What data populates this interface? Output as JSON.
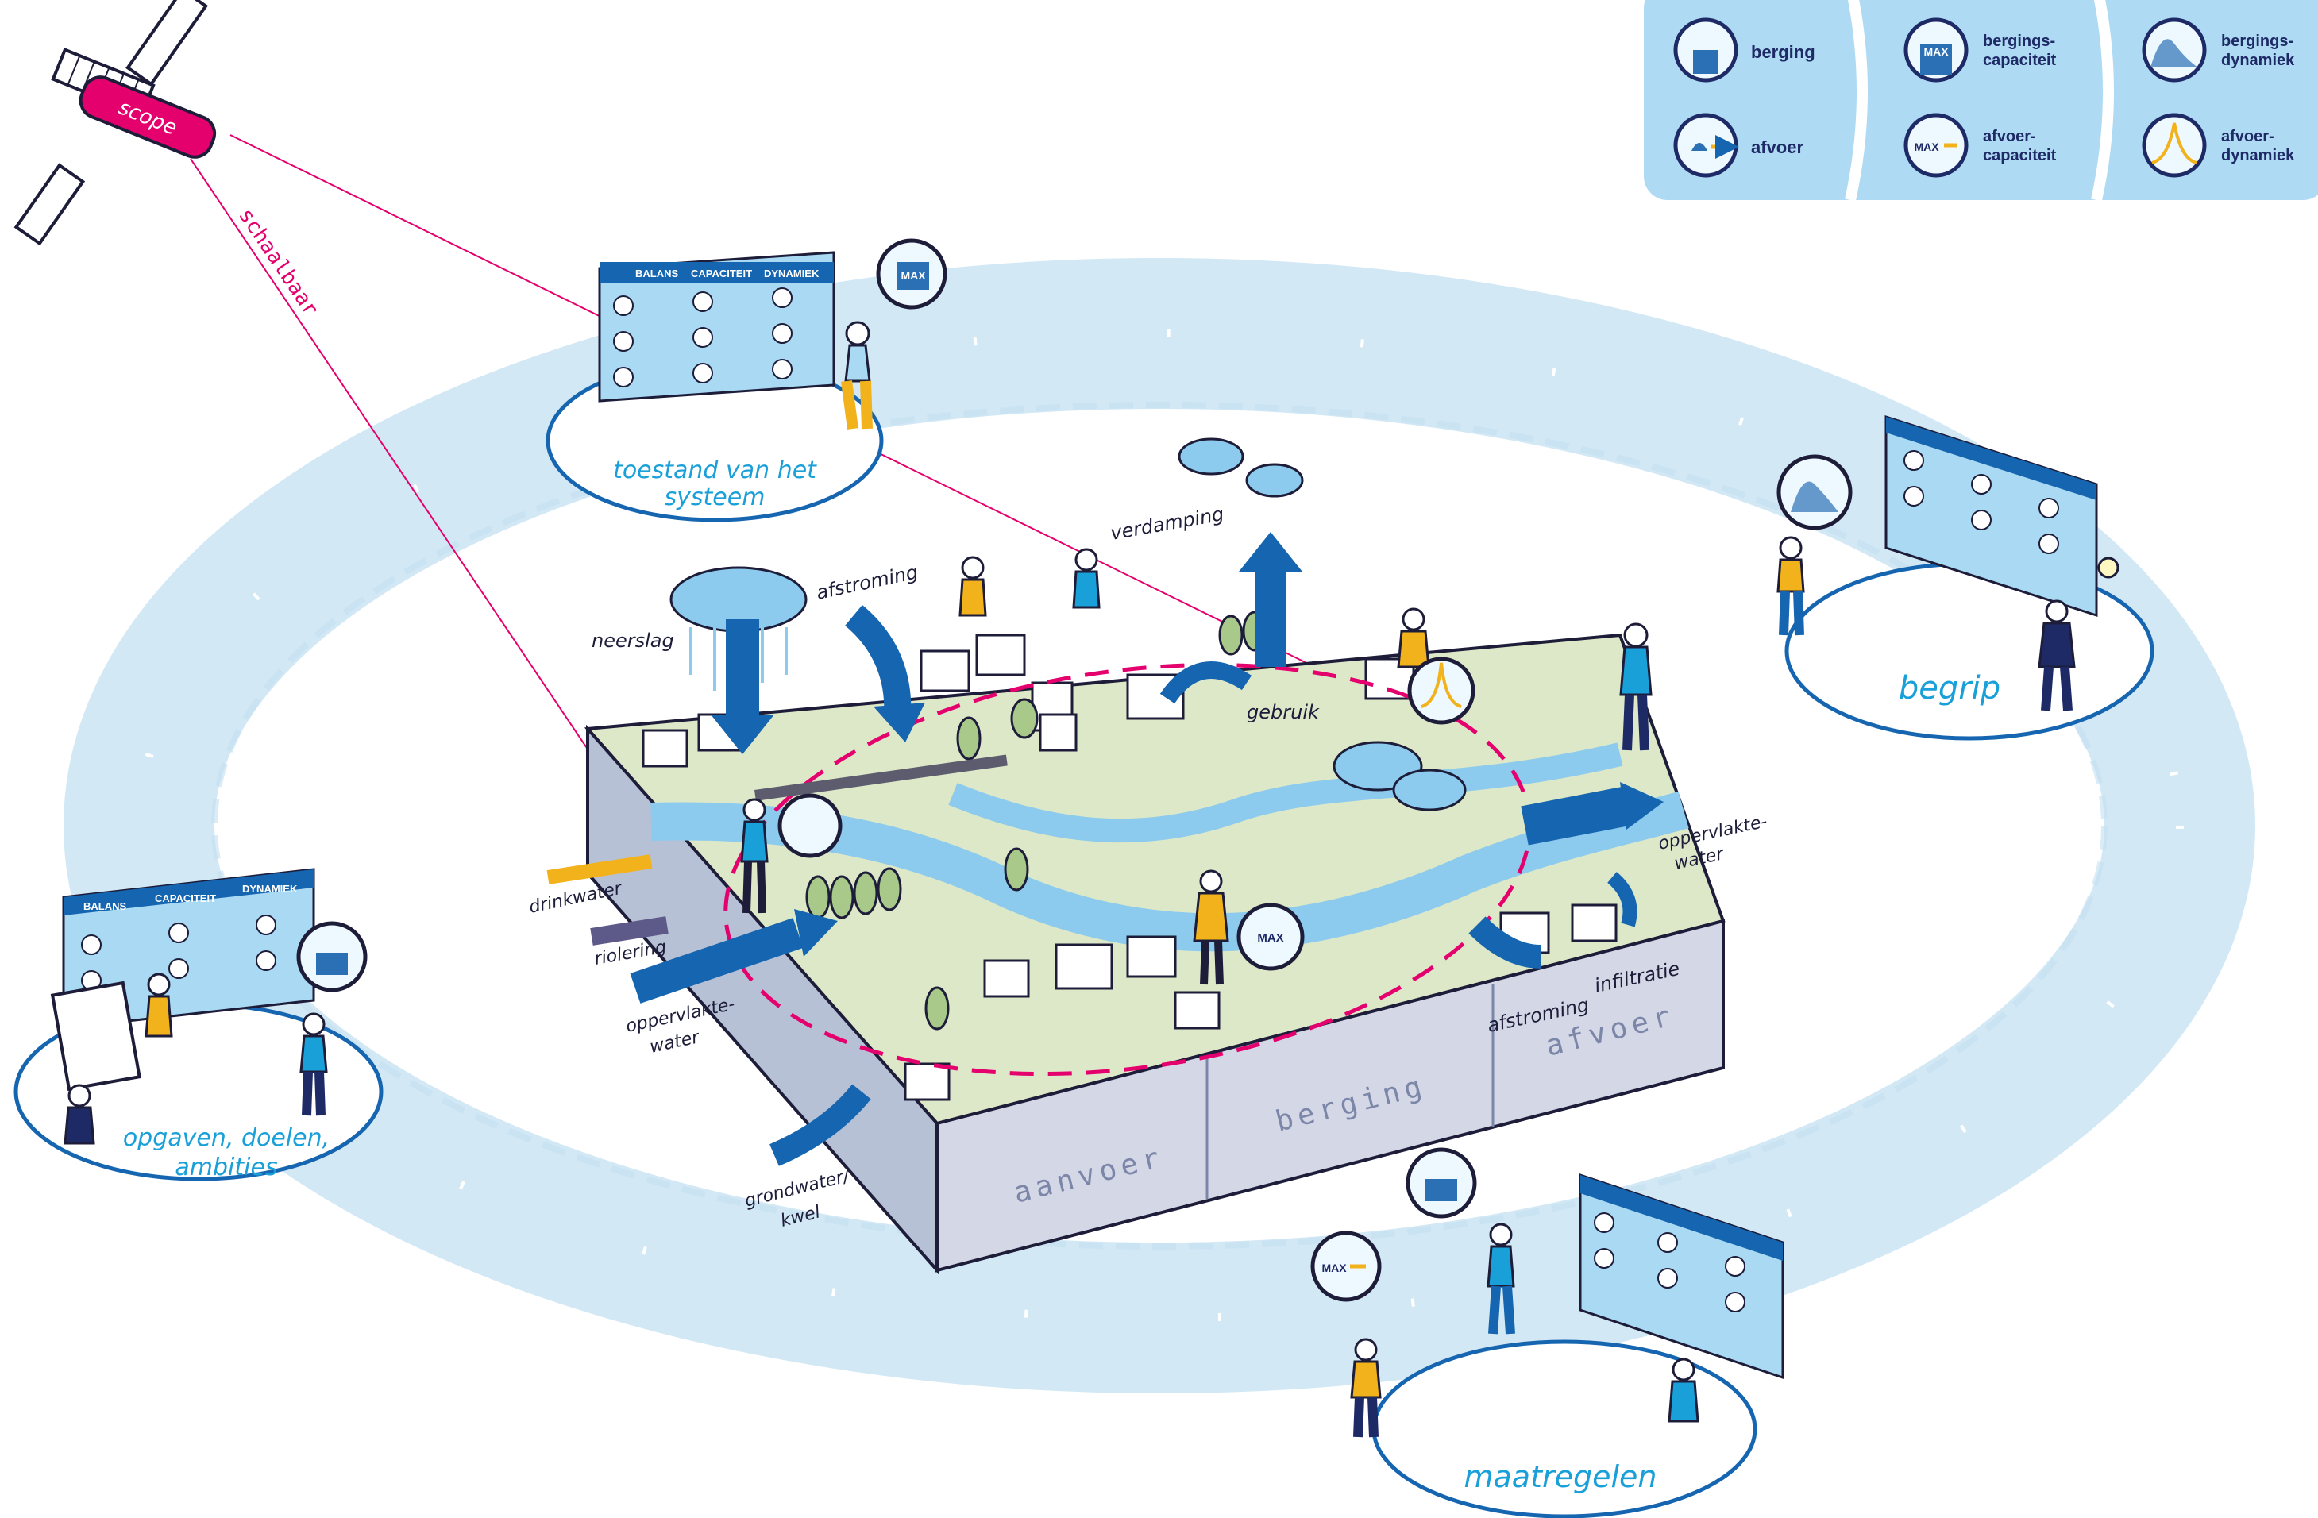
{
  "legend": {
    "items": [
      {
        "id": "berging",
        "label": "berging"
      },
      {
        "id": "afvoer",
        "label": "afvoer"
      },
      {
        "id": "bergings_capaciteit",
        "label_line1": "bergings-",
        "label_line2": "capaciteit"
      },
      {
        "id": "afvoer_capaciteit",
        "label_line1": "afvoer-",
        "label_line2": "capaciteit"
      },
      {
        "id": "bergings_dynamiek",
        "label_line1": "bergings-",
        "label_line2": "dynamiek"
      },
      {
        "id": "afvoer_dynamiek",
        "label_line1": "afvoer-",
        "label_line2": "dynamiek"
      }
    ],
    "max_badge": "MAX"
  },
  "satellite": {
    "label": "scope"
  },
  "scale_label": "schaalbaar",
  "cycle_stages": {
    "state": {
      "line1": "toestand van het",
      "line2": "systeem"
    },
    "understanding": "begrip",
    "goals": {
      "line1": "opgaven, doelen,",
      "line2": "ambities"
    },
    "measures": "maatregelen"
  },
  "card_headers": {
    "balance": "BALANS",
    "capacity": "CAPACITEIT",
    "dynamics": "DYNAMIEK"
  },
  "processes": {
    "precipitation": "neerslag",
    "runoff_top": "afstroming",
    "evaporation": "verdamping",
    "use": "gebruik",
    "drinking_water": "drinkwater",
    "sewer": "riolering",
    "surface_water_in": {
      "line1": "oppervlakte-",
      "line2": "water"
    },
    "surface_water_out": {
      "line1": "oppervlakte-",
      "line2": "water"
    },
    "groundwater": {
      "line1": "grondwater/",
      "line2": "kwel"
    },
    "runoff_bottom": "afstroming",
    "infiltration": "infiltratie"
  },
  "soil_zones": {
    "supply": "aanvoer",
    "storage": "berging",
    "discharge": "afvoer"
  },
  "colors": {
    "ring": "#cfe6f4",
    "legend_bg": "#a9d9f3",
    "arrow": "#1565b0",
    "accent_pink": "#e4006d",
    "accent_yellow": "#f2b21b",
    "text_blue": "#1aa0d8",
    "ink": "#1d1d3a"
  }
}
